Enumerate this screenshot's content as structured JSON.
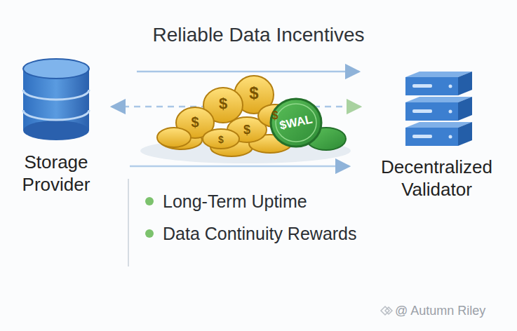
{
  "diagram": {
    "title": "Reliable Data Incentives",
    "nodes": [
      {
        "text": [
          "Storage Provider"
        ]
      },
      {
        "text": [
          "Decentralized Validator"
        ]
      }
    ],
    "edges": [
      {
        "from": 0,
        "to": 1,
        "arrow": "to"
      },
      {
        "from": 0,
        "to": 1,
        "arrow": "both"
      },
      {
        "from": 0,
        "to": 1,
        "arrow": "to"
      }
    ],
    "labels": [
      "$",
      "$",
      "$",
      "$",
      "$",
      "$",
      "$WAL",
      "Long-Term Uptime",
      "Data Continuity Rewards",
      "@ Autumn Riley"
    ]
  }
}
